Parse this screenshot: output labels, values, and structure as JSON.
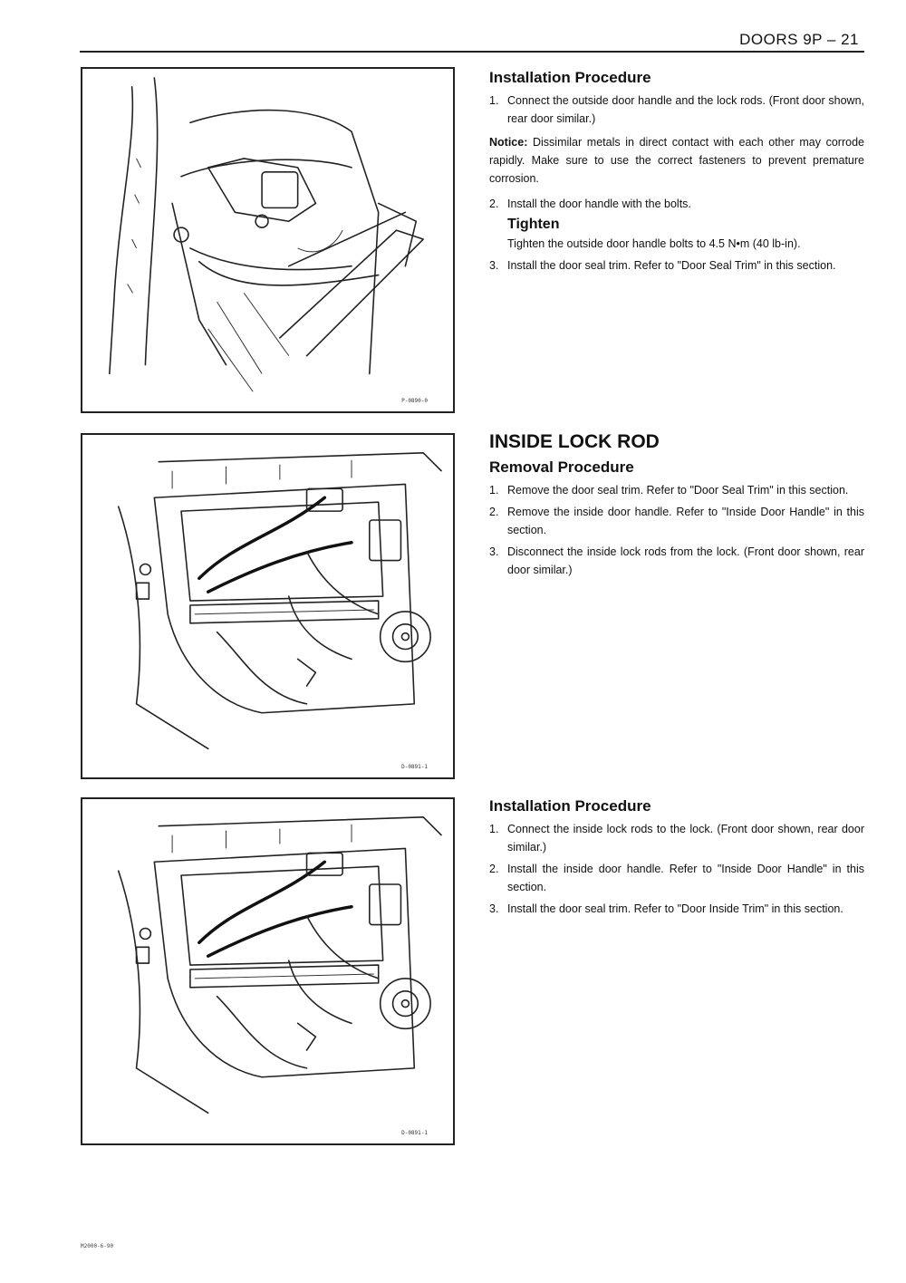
{
  "header": {
    "title": "DOORS  9P – 21"
  },
  "figures": [
    {
      "code": "P-0890-0"
    },
    {
      "code": "D-0891-1"
    },
    {
      "code": "D-0891-1"
    }
  ],
  "sections": {
    "install1": {
      "title": "Installation Procedure",
      "steps": [
        {
          "num": "1.",
          "text": "Connect the outside door handle and the lock rods. (Front door shown, rear door similar.)"
        },
        {
          "num": "2.",
          "text": "Install the door handle with the bolts."
        },
        {
          "num": "3.",
          "text": "Install the door seal trim. Refer to \"Door Seal Trim\" in this section."
        }
      ],
      "notice_label": "Notice:",
      "notice_text": "Dissimilar metals in direct contact with each other may corrode rapidly. Make sure to use the correct fasteners to prevent premature corrosion.",
      "tighten_title": "Tighten",
      "tighten_text": "Tighten the outside door handle bolts to 4.5 N•m (40 lb-in)."
    },
    "inside_lock_rod": {
      "section_title": "INSIDE LOCK ROD",
      "title": "Removal Procedure",
      "steps": [
        {
          "num": "1.",
          "text": "Remove the door seal trim. Refer to \"Door Seal Trim\" in this section."
        },
        {
          "num": "2.",
          "text": "Remove the inside door handle. Refer to \"Inside Door Handle\" in this section."
        },
        {
          "num": "3.",
          "text": "Disconnect the inside lock rods from the lock. (Front door shown, rear door similar.)"
        }
      ]
    },
    "install2": {
      "title": "Installation Procedure",
      "steps": [
        {
          "num": "1.",
          "text": "Connect the inside lock rods to the lock. (Front door shown, rear door similar.)"
        },
        {
          "num": "2.",
          "text": "Install the inside door handle. Refer to \"Inside Door Handle\" in this section."
        },
        {
          "num": "3.",
          "text": "Install the door seal trim. Refer to \"Door Inside Trim\" in this section."
        }
      ]
    }
  },
  "footer": {
    "code": "M2000-6-90"
  }
}
